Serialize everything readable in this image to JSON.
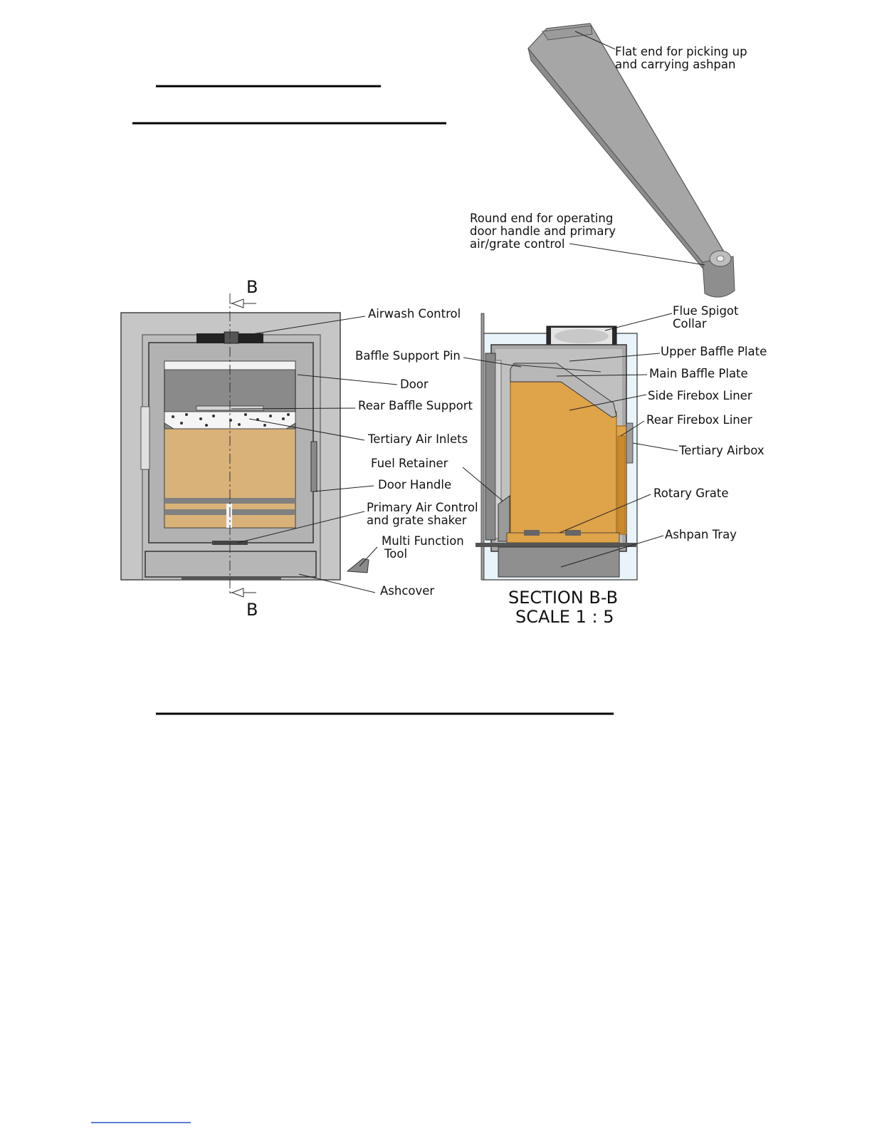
{
  "tool": {
    "flat_end": [
      "Flat end for picking up",
      "and carrying ashpan"
    ],
    "round_end": [
      "Round end for operating",
      "door handle and primary",
      "air/grate control"
    ]
  },
  "front_view": {
    "section_mark": "B",
    "labels": {
      "airwash_control": "Airwash Control",
      "door": "Door",
      "rear_baffle_support": "Rear Baffle Support",
      "tertiary_air_inlets": "Tertiary Air Inlets",
      "door_handle": "Door Handle",
      "primary_air_control": [
        "Primary Air Control",
        "and grate shaker"
      ],
      "multi_function_tool": [
        "Multi Function",
        "Tool"
      ],
      "ashcover": "Ashcover"
    }
  },
  "section_view": {
    "labels": {
      "flue_spigot_collar": [
        "Flue Spigot",
        "Collar"
      ],
      "baffle_support_pin": "Baffle Support Pin",
      "upper_baffle_plate": "Upper Baffle Plate",
      "main_baffle_plate": "Main Baffle Plate",
      "side_firebox_liner": "Side Firebox Liner",
      "rear_firebox_liner": "Rear Firebox Liner",
      "tertiary_airbox": "Tertiary Airbox",
      "fuel_retainer": "Fuel Retainer",
      "rotary_grate": "Rotary Grate",
      "ashpan_tray": "Ashpan Tray"
    },
    "title": "SECTION B-B",
    "scale": "SCALE 1 : 5"
  },
  "colors": {
    "steel": "#c8c8c8",
    "steel_dark": "#9a9a9a",
    "firebrick": "#dfa34a",
    "firebrick_light": "#d9b27a",
    "glass_back": "#8a8a8a",
    "cavity": "#e9f3fa"
  }
}
